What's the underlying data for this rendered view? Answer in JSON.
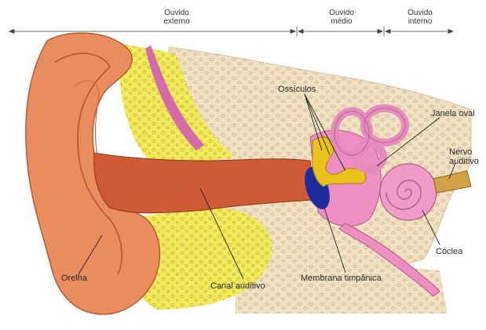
{
  "sections": {
    "outer": [
      "Ouvido",
      "externo"
    ],
    "middle": [
      "Ouvido",
      "médio"
    ],
    "inner": [
      "Ouvido",
      "interno"
    ]
  },
  "labels": {
    "ossicles": "Ossículos",
    "oval_window": "Janela oval",
    "auditory_nerve": [
      "Nervo",
      "auditivo"
    ],
    "cochlea": "Cóclea",
    "tympanic_membrane": "Membrana timpânica",
    "ear_canal": "Canal auditivo",
    "pinna": "Orelha"
  },
  "colors": {
    "skin": "#e98d5e",
    "canal": "#cf5a36",
    "bone": "#f1e1c4",
    "fat": "#f2ea58",
    "inner_pink": "#ef9ccb",
    "tympanum": "#1d2da0",
    "ossicle": "#ebc21c"
  }
}
